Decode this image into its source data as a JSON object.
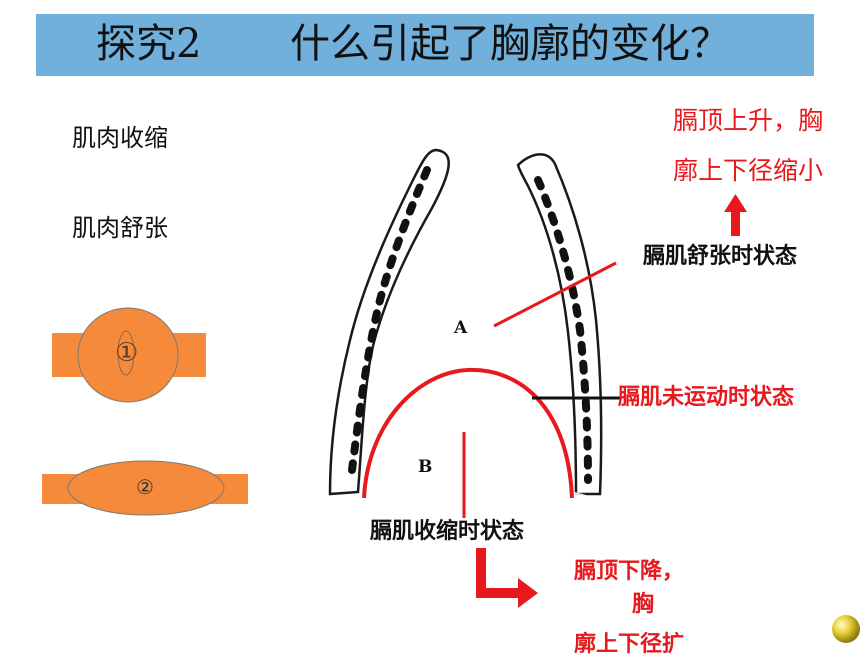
{
  "title": {
    "part1": "探究2",
    "part2": "什么引起了胸廓的变化？"
  },
  "left_labels": {
    "contract": "肌肉收缩",
    "relax": "肌肉舒张"
  },
  "muscle_1": {
    "label": "①",
    "color": "#f58a3a"
  },
  "muscle_2": {
    "label": "②",
    "color": "#f58a3a"
  },
  "diagram": {
    "label_a": "A",
    "label_b": "B",
    "relaxed_state": "膈肌舒张时状态",
    "resting_state": "膈肌未运动时状态",
    "contracted_state": "膈肌收缩时状态",
    "rise_line1": "膈顶上升，胸",
    "rise_line2": "廓上下径缩小",
    "fall_line1": "膈顶下降，",
    "fall_line2": "胸",
    "fall_line3": "廓上下径扩"
  },
  "colors": {
    "accent_red": "#e8191c",
    "title_bar": "#72b0dc"
  }
}
